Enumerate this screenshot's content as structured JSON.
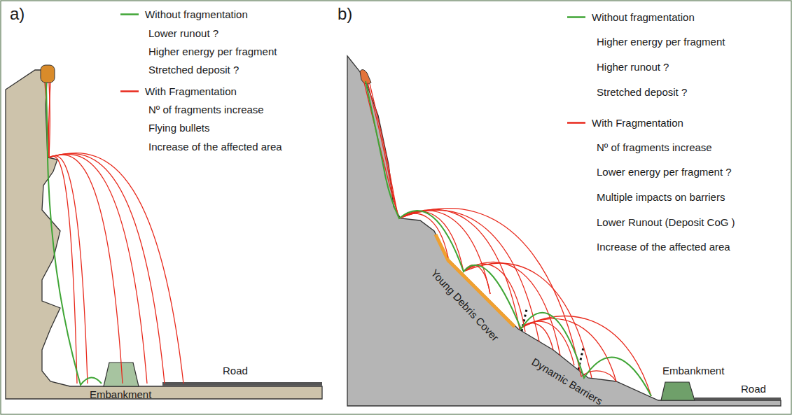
{
  "diagram": {
    "labels": [
      "a)",
      "Lower runout ?",
      "Higher energy per fragment",
      "Stretched deposit ?",
      "Nº of fragments increase",
      "Flying bullets",
      "Increase of the affected area",
      "Embankment",
      "Road",
      "b)",
      "Higher energy per fragment",
      "Higher runout ?",
      "Stretched deposit ?",
      "Nº of fragments increase",
      "Lower energy per fragment ?",
      "Multiple impacts on barriers",
      "Lower Runout (Deposit CoG )",
      "Increase of the affected area",
      "Young Debris Cover",
      "Dynamic Barriers",
      "Embankment",
      "Road"
    ],
    "legend": [
      {
        "text": "Without fragmentation"
      },
      {
        "text": "With Fragmentation"
      },
      {
        "text": "Without fragmentation"
      },
      {
        "text": "With Fragmentation"
      }
    ]
  }
}
